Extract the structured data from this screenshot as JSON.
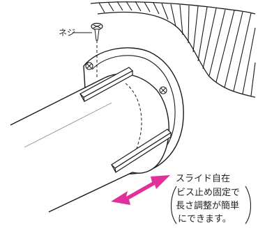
{
  "labels": {
    "screw": "ネジ",
    "note": [
      "スライド自在",
      "ビス止め固定で",
      "長さ調整が簡単",
      "にできます。"
    ]
  },
  "colors": {
    "line": "#1a1a1a",
    "arrow": "#e0309a",
    "fill": "#ffffff"
  }
}
